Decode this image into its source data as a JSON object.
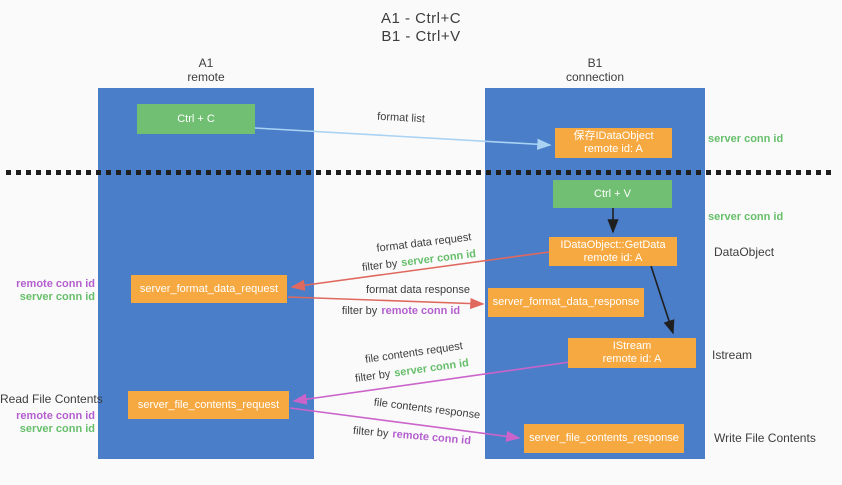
{
  "title": {
    "line1": "A1 - Ctrl+C",
    "line2": "B1 - Ctrl+V"
  },
  "lifelines": [
    {
      "name": "A1",
      "role": "remote"
    },
    {
      "name": "B1",
      "role": "connection"
    }
  ],
  "nodes": {
    "ctrl_c": "Ctrl + C",
    "ctrl_v": "Ctrl + V",
    "save_idataobject": {
      "line1": "保存IDataObject",
      "line2": "remote id: A"
    },
    "getdata": {
      "line1": "IDataObject::GetData",
      "line2": "remote id: A"
    },
    "istream": {
      "line1": "IStream",
      "line2": "remote id: A"
    },
    "server_format_data_request": "server_format_data_request",
    "server_format_data_response": "server_format_data_response",
    "server_file_contents_request": "server_file_contents_request",
    "server_file_contents_response": "server_file_contents_response"
  },
  "arrow_labels": {
    "format_list": "format list",
    "format_data_request": "format data request",
    "format_data_response": "format data response",
    "file_contents_request": "file contents request",
    "file_contents_response": "file contents response",
    "filter_by": "filter by",
    "server_conn_id": "server conn id",
    "remote_conn_id": "remote conn id"
  },
  "side_labels": {
    "right_server_conn_id_top": "server conn id",
    "right_server_conn_id_mid": "server conn id",
    "dataobject": "DataObject",
    "istream": "Istream",
    "write_file_contents": "Write File Contents",
    "read_file_contents": "Read File Contents",
    "left_remote_conn_id_top": "remote conn id",
    "left_server_conn_id_top": "server conn id",
    "left_remote_conn_id_bottom": "remote conn id",
    "left_server_conn_id_bottom": "server conn id"
  },
  "colors": {
    "background": "#fafafa",
    "lifeline_blue": "#4a7ec8",
    "action_green": "#71bf73",
    "message_orange": "#f7a941",
    "server_conn_green": "#67bf6b",
    "remote_conn_purple": "#b45fce",
    "request_red": "#e0695f",
    "response_magenta": "#ca64ca",
    "format_list_blue": "#a9d2f3",
    "text_dark": "#3d3d3d"
  }
}
